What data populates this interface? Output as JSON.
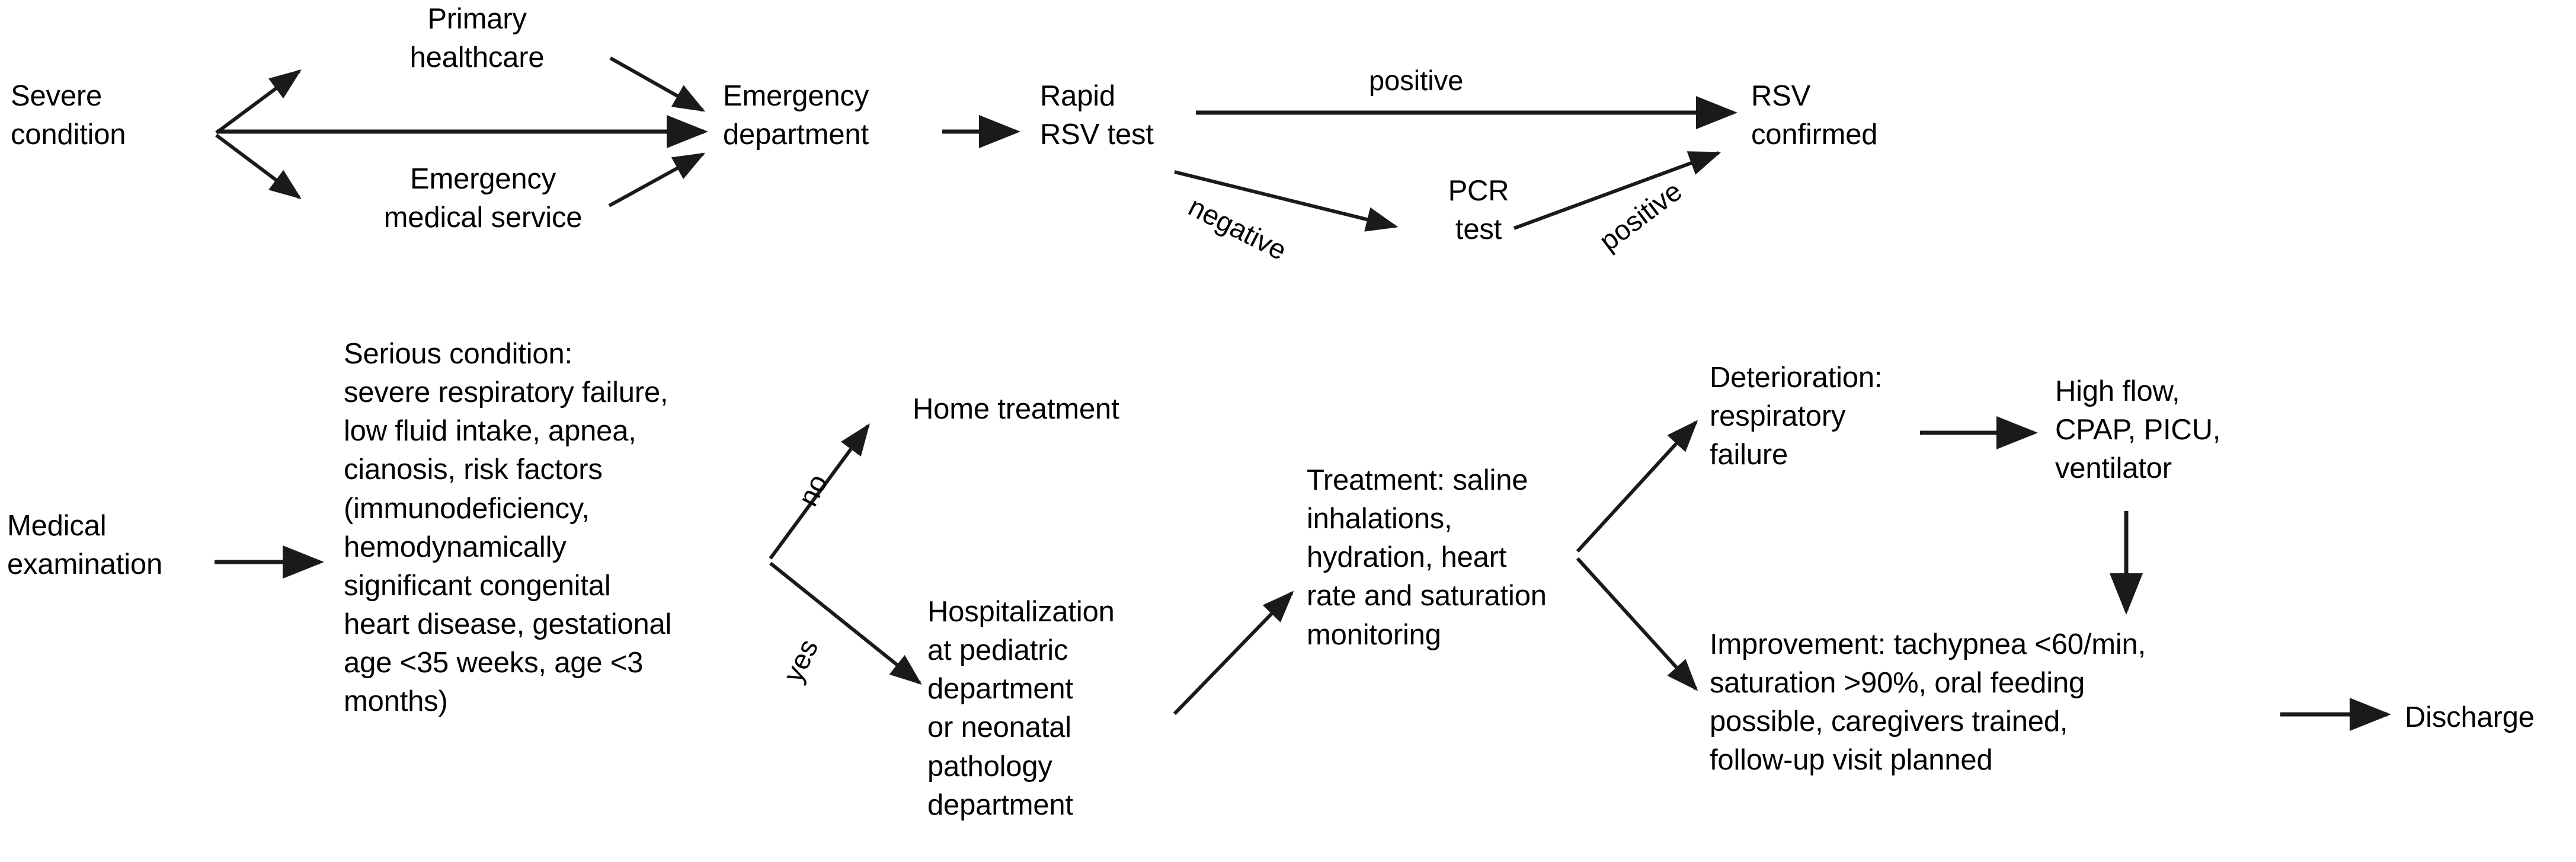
{
  "diagram": {
    "title": "RSV clinical pathway flowchart",
    "stroke_color": "#1a1a1a",
    "text_color": "#000000",
    "background": "#ffffff",
    "top_row": {
      "severe_condition": "Severe\ncondition",
      "primary_healthcare": "Primary\nhealthcare",
      "emergency_medical_service": "Emergency\nmedical service",
      "emergency_department": "Emergency\ndepartment",
      "rapid_rsv_test": "Rapid\nRSV test",
      "pcr_test": "PCR\ntest",
      "rsv_confirmed": "RSV\nconfirmed",
      "label_positive_direct": "positive",
      "label_negative": "negative",
      "label_positive_pcr": "positive"
    },
    "bottom_row": {
      "medical_examination": "Medical\nexamination",
      "serious_condition": "Serious condition:\nsevere respiratory failure,\nlow fluid intake, apnea,\ncianosis, risk factors\n(immunodeficiency,\nhemodynamically\nsignificant congenital\nheart disease, gestational\nage <35 weeks, age <3\nmonths)",
      "home_treatment": "Home treatment",
      "hospitalization": "Hospitalization\nat pediatric\ndepartment\nor neonatal\npathology\ndepartment",
      "treatment": "Treatment: saline\ninhalations,\nhydration, heart\nrate and saturation\nmonitoring",
      "deterioration": "Deterioration:\nrespiratory\nfailure",
      "high_flow": "High flow,\nCPAP, PICU,\nventilator",
      "improvement": "Improvement: tachypnea <60/min,\nsaturation >90%, oral feeding\npossible, caregivers trained,\nfollow-up visit planned",
      "discharge": "Discharge",
      "label_no": "no",
      "label_yes": "yes"
    }
  },
  "chart_data": {
    "type": "diagram",
    "title": "RSV clinical pathway flowchart",
    "nodes": [
      {
        "id": "severe-condition",
        "label": "Severe condition",
        "row": "top"
      },
      {
        "id": "primary-healthcare",
        "label": "Primary healthcare",
        "row": "top"
      },
      {
        "id": "emergency-medical-service",
        "label": "Emergency medical service",
        "row": "top"
      },
      {
        "id": "emergency-department",
        "label": "Emergency department",
        "row": "top"
      },
      {
        "id": "rapid-rsv-test",
        "label": "Rapid RSV test",
        "row": "top"
      },
      {
        "id": "pcr-test",
        "label": "PCR test",
        "row": "top"
      },
      {
        "id": "rsv-confirmed",
        "label": "RSV confirmed",
        "row": "top"
      },
      {
        "id": "medical-examination",
        "label": "Medical examination",
        "row": "bottom"
      },
      {
        "id": "serious-condition",
        "label": "Serious condition: severe respiratory failure, low fluid intake, apnea, cianosis, risk factors (immunodeficiency, hemodynamically significant congenital heart disease, gestational age <35 weeks, age <3 months)",
        "row": "bottom"
      },
      {
        "id": "home-treatment",
        "label": "Home treatment",
        "row": "bottom"
      },
      {
        "id": "hospitalization",
        "label": "Hospitalization at pediatric department or neonatal pathology department",
        "row": "bottom"
      },
      {
        "id": "treatment",
        "label": "Treatment: saline inhalations, hydration, heart rate and saturation monitoring",
        "row": "bottom"
      },
      {
        "id": "deterioration",
        "label": "Deterioration: respiratory failure",
        "row": "bottom"
      },
      {
        "id": "high-flow",
        "label": "High flow, CPAP, PICU, ventilator",
        "row": "bottom"
      },
      {
        "id": "improvement",
        "label": "Improvement: tachypnea <60/min, saturation >90%, oral feeding possible, caregivers trained, follow-up visit planned",
        "row": "bottom"
      },
      {
        "id": "discharge",
        "label": "Discharge",
        "row": "bottom"
      }
    ],
    "edges": [
      {
        "from": "severe-condition",
        "to": "primary-healthcare",
        "label": ""
      },
      {
        "from": "severe-condition",
        "to": "emergency-department",
        "label": ""
      },
      {
        "from": "severe-condition",
        "to": "emergency-medical-service",
        "label": ""
      },
      {
        "from": "primary-healthcare",
        "to": "emergency-department",
        "label": ""
      },
      {
        "from": "emergency-medical-service",
        "to": "emergency-department",
        "label": ""
      },
      {
        "from": "emergency-department",
        "to": "rapid-rsv-test",
        "label": ""
      },
      {
        "from": "rapid-rsv-test",
        "to": "rsv-confirmed",
        "label": "positive"
      },
      {
        "from": "rapid-rsv-test",
        "to": "pcr-test",
        "label": "negative"
      },
      {
        "from": "pcr-test",
        "to": "rsv-confirmed",
        "label": "positive"
      },
      {
        "from": "medical-examination",
        "to": "serious-condition",
        "label": ""
      },
      {
        "from": "serious-condition",
        "to": "home-treatment",
        "label": "no"
      },
      {
        "from": "serious-condition",
        "to": "hospitalization",
        "label": "yes"
      },
      {
        "from": "hospitalization",
        "to": "treatment",
        "label": ""
      },
      {
        "from": "treatment",
        "to": "deterioration",
        "label": ""
      },
      {
        "from": "treatment",
        "to": "improvement",
        "label": ""
      },
      {
        "from": "deterioration",
        "to": "high-flow",
        "label": ""
      },
      {
        "from": "high-flow",
        "to": "improvement",
        "label": ""
      },
      {
        "from": "improvement",
        "to": "discharge",
        "label": ""
      }
    ]
  }
}
